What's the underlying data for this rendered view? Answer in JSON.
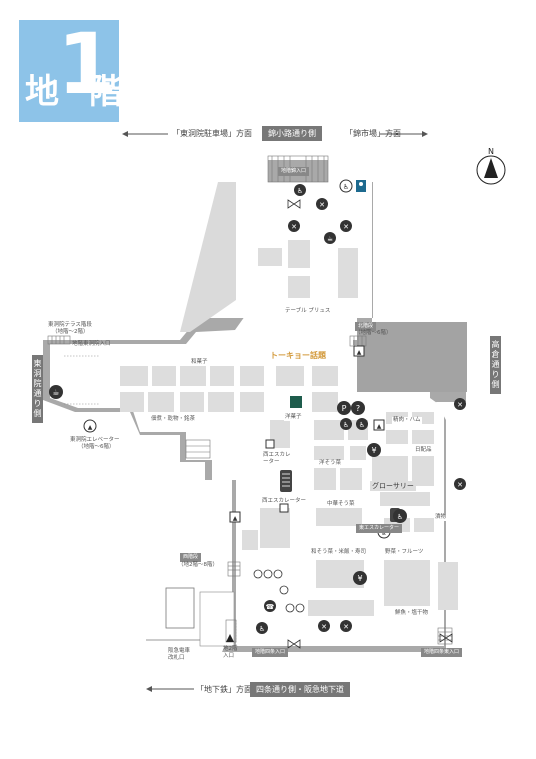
{
  "floor": {
    "prefix": "地",
    "number": "1",
    "suffix": "階"
  },
  "top": {
    "left_direction": "「東洞院駐車場」方面",
    "street": "錦小路通り側",
    "right_direction": "「錦市場」方面"
  },
  "bottom": {
    "left_direction": "「地下鉄」方面",
    "street": "四条通り側・阪急地下道"
  },
  "sides": {
    "left": "東洞院通り側",
    "right": "高倉通り側"
  },
  "compass": "N",
  "labels": {
    "north_entrance": "地階錦入口",
    "higashinotoin_terrace_stairs": "東洞院テラス階段",
    "higashinotoin_terrace_stairs_floors": "（地階～2階）",
    "higashinotoin_entrance": "地階東洞院入口",
    "higashinotoin_elevator": "東洞院エレベーター",
    "higashinotoin_elevator_floors": "（地階～6階）",
    "north_stairs": "北階段",
    "north_stairs_floors": "（地階～6階）",
    "west_stairs": "西階段",
    "west_stairs_floors": "（地2階～8階）",
    "west_elevator": "西エスカレーター",
    "west_escalator": "西エスカレーター",
    "east_escalator": "東エスカレーター",
    "hankyu_gate": "阪急電車\n改札口",
    "chika2_entrance": "地2階\n入口",
    "shijo_entrance": "地階四条入口",
    "shijo_east_entrance": "地階四条東入口"
  },
  "departments": {
    "table_plus": "テーブル プリュス",
    "topics": "トーキョー話題",
    "wagashi": "和菓子",
    "tsukudani": "佃煮・乾物・銘茶",
    "yogashi": "洋菓子",
    "yosozai": "洋そう菜",
    "chukasozai": "中華そう菜",
    "wasozai": "和そう菜・米飯・寿司",
    "yasai": "野菜・フルーツ",
    "sengyo": "鮮魚・塩干物",
    "seiniku": "精肉・ハム",
    "nichihaihin": "日配品",
    "grocery": "グローサリー",
    "tsukemono": "漬物"
  },
  "colors": {
    "badge": "#8dc3e8",
    "wall": "#a9a9a9",
    "aisle": "#ffffff",
    "booth": "#dcdcdc",
    "pale": "#e9e9e9",
    "topics": "#d39a3c",
    "green": "#1e5c4c",
    "icon": "#333333"
  }
}
